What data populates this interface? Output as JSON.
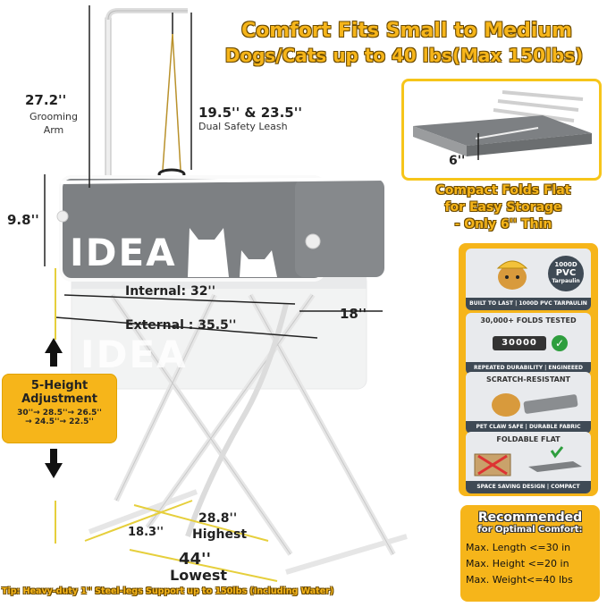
{
  "header": {
    "line1": "Comfort Fits Small to Medium",
    "line2": "Dogs/Cats up to 40 lbs(Max 150lbs)"
  },
  "dimensions": {
    "arm_height": "27.2''",
    "arm_label_1": "Grooming",
    "arm_label_2": "Arm",
    "leash": "19.5'' & 23.5''",
    "leash_label": "Dual Safety Leash",
    "tub_depth": "9.8''",
    "internal": "Internal: 32''",
    "external": "External : 35.5''",
    "width": "18''",
    "base_depth": "18.3''",
    "highest_width": "28.8''",
    "highest_label": "Highest",
    "lowest_width": "44''",
    "lowest_label": "Lowest"
  },
  "brand": {
    "logo_front": "IDEA",
    "logo_lower": "IDEA"
  },
  "fold": {
    "thickness": "6''",
    "caption_1": "Compact Folds Flat",
    "caption_2": "for Easy Storage",
    "caption_3": "- Only 6'' Thin"
  },
  "height_adjust": {
    "title_1": "5-Height",
    "title_2": "Adjustment",
    "values_1": "30''→ 28.5''→ 26.5''",
    "values_2": "→ 24.5''→ 22.5''"
  },
  "features": [
    {
      "badge_1": "1000D",
      "badge_2": "PVC",
      "badge_3": "Tarpaulin",
      "strip": "BUILT TO LAST | 1000D PVC TARPAULIN"
    },
    {
      "title": "30,000+ FOLDS TESTED",
      "counter": "30000",
      "strip": "REPEATED DURABILITY | ENGINEEED MECHANISM"
    },
    {
      "title": "SCRATCH-RESISTANT",
      "strip": "PET CLAW SAFE | DURABLE FABRIC"
    },
    {
      "title": "FOLDABLE FLAT",
      "strip": "SPACE SAVING DESIGN | COMPACT STORAGE"
    }
  ],
  "recommend": {
    "title_1": "Recommended",
    "title_2": "for Optimal Comfort:",
    "length": "Max. Length <=30 in",
    "height": "Max. Height <=20 in",
    "weight": "Max. Weight<=40 lbs"
  },
  "footer": {
    "tip": "Tip: Heavy-duty 1'' Steel-legs Support up to 150lbs (Including Water)"
  },
  "colors": {
    "accent": "#f6b51a",
    "tub_gray": "#7c7f82",
    "frame_white": "#f2f2f2"
  }
}
